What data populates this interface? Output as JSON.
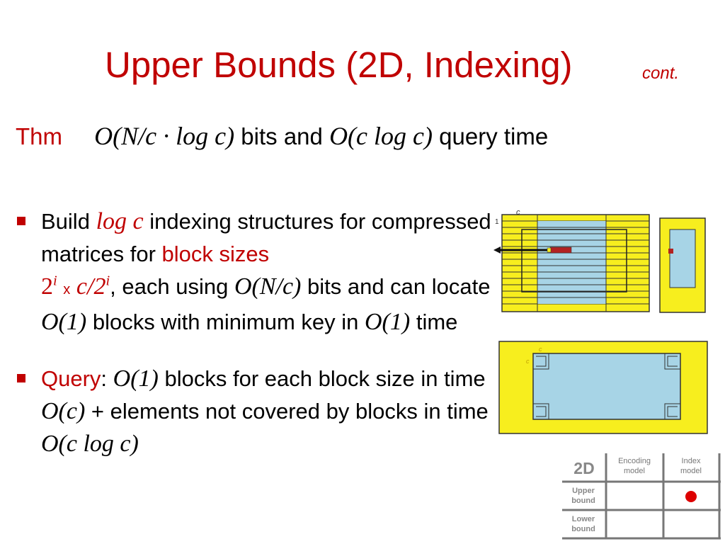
{
  "slide": {
    "title": "Upper Bounds (2D, Indexing)",
    "title_suffix": "cont.",
    "theorem": {
      "label": "Thm",
      "space_bound": "O(N/c · log c)",
      "text_mid": "bits and",
      "query_bound": "O(c log c)",
      "text_end": "query time"
    },
    "bullets": [
      {
        "parts": [
          "Build",
          "log c",
          "indexing structures for compressed matrices for",
          "block sizes",
          "2",
          "i",
          "x",
          "c/2",
          "i",
          ", each using",
          "O(N/c)",
          "bits and can locate",
          "O(1)",
          "blocks with minimum key in",
          "O(1)",
          "time"
        ]
      },
      {
        "parts": [
          "Query",
          ":",
          "O(1)",
          "blocks for each block size in time",
          "O(c)",
          "+ elements not covered by blocks in time",
          "O(c log c)"
        ]
      }
    ],
    "figure": {
      "label_one": "1",
      "label_c_top": "c",
      "label_c_left": "c",
      "label_c_second": "c"
    },
    "table": {
      "corner": "2D",
      "col_headers": [
        "Encoding model",
        "Index model"
      ],
      "row_headers": [
        "Upper bound",
        "Lower bound"
      ],
      "marker_row": 0,
      "marker_col": 1
    },
    "colors": {
      "accent": "#c00000",
      "yellow": "#f7ee1e",
      "blue": "#a7d4e6",
      "marker": "#dd0000"
    }
  }
}
